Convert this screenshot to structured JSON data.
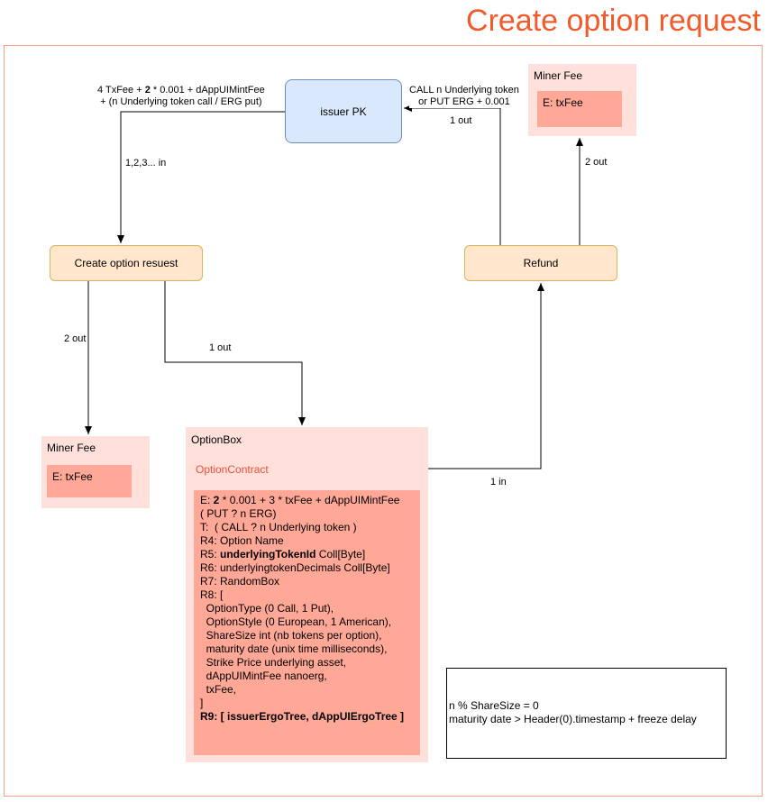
{
  "title": "Create option request",
  "nodes": {
    "issuer": "issuer PK",
    "create": "Create option resuest",
    "refund": "Refund"
  },
  "miner_fee_top": {
    "header": "Miner Fee",
    "value": "E: txFee"
  },
  "miner_fee_left": {
    "header": "Miner Fee",
    "value": "E: txFee"
  },
  "option_box": {
    "header": "OptionBox",
    "contract": "OptionContract",
    "lines": {
      "e1_pre": "E: ",
      "e1_bold": "2",
      "e1_post": " * 0.001 + 3 * txFee + dAppUIMintFee",
      "e2": "( PUT ? n ERG)",
      "t": "T:  ( CALL ? n Underlying token )",
      "r4": "R4: Option Name",
      "r5_pre": "R5: ",
      "r5_bold": "underlyingTokenId",
      "r5_post": " Coll[Byte]",
      "r6": "R6: underlyingtokenDecimals Coll[Byte]",
      "r7": "R7: RandomBox",
      "r8": "R8: [",
      "r8_1": "  OptionType (0 Call, 1 Put),",
      "r8_2": "  OptionStyle (0 European, 1 American),",
      "r8_3": "  ShareSize int (nb tokens per option),",
      "r8_4": "  maturity date (unix time milliseconds),",
      "r8_5": "  Strike Price underlying asset,",
      "r8_6": "  dAppUIMintFee nanoerg,",
      "r8_7": "  txFee,",
      "r8_end": "]",
      "r9": "R9: [ issuerErgoTree, dAppUIErgoTree ]"
    }
  },
  "conditions": {
    "line1": "n % ShareSize = 0",
    "line2": "maturity date > Header(0).timestamp + freeze delay"
  },
  "labels": {
    "issuer_in_1_pre": "4 TxFee + ",
    "issuer_in_1_bold": "2",
    "issuer_in_1_post": " * 0.001 + dAppUIMintFee",
    "issuer_in_2": "+  (n Underlying token call / ERG put)",
    "call_put_1": "CALL n Underlying token",
    "call_put_2": "or PUT ERG + 0.001",
    "one_out_refund": "1 out",
    "in_123": "1,2,3... in",
    "two_out_refund": "2 out",
    "two_out_create": "2 out",
    "one_out_create": "1 out",
    "one_in": "1 in"
  },
  "colors": {
    "title": "#f15a2b",
    "frame": "#f4a08a",
    "issuer_fill": "#dae8fc",
    "issuer_stroke": "#6c8ebf",
    "process_fill": "#ffe6cc",
    "process_stroke": "#d6b656",
    "box_fill": "#ffe0db",
    "inner_fill": "#ffa898",
    "contract_text": "#e8503a"
  }
}
